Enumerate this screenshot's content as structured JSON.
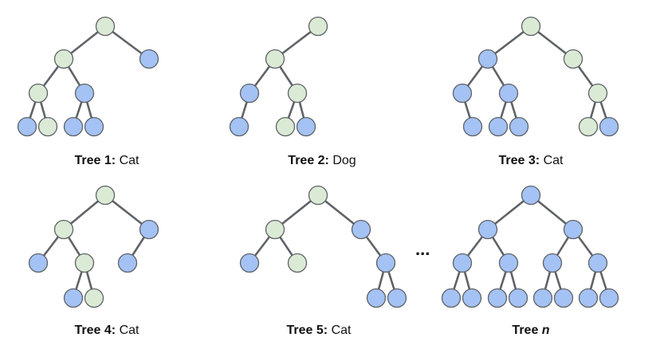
{
  "colors": {
    "green": "#dbead5",
    "blue": "#a4c2f4",
    "edge": "#5f6368"
  },
  "trees": [
    {
      "label": "Tree 1:",
      "prediction": "Cat"
    },
    {
      "label": "Tree 2:",
      "prediction": "Dog"
    },
    {
      "label": "Tree 3:",
      "prediction": "Cat"
    },
    {
      "label": "Tree 4:",
      "prediction": "Cat"
    },
    {
      "label": "Tree 5:",
      "prediction": "Cat"
    },
    {
      "label": "Tree",
      "var": "n"
    }
  ],
  "ellipsis": "..."
}
